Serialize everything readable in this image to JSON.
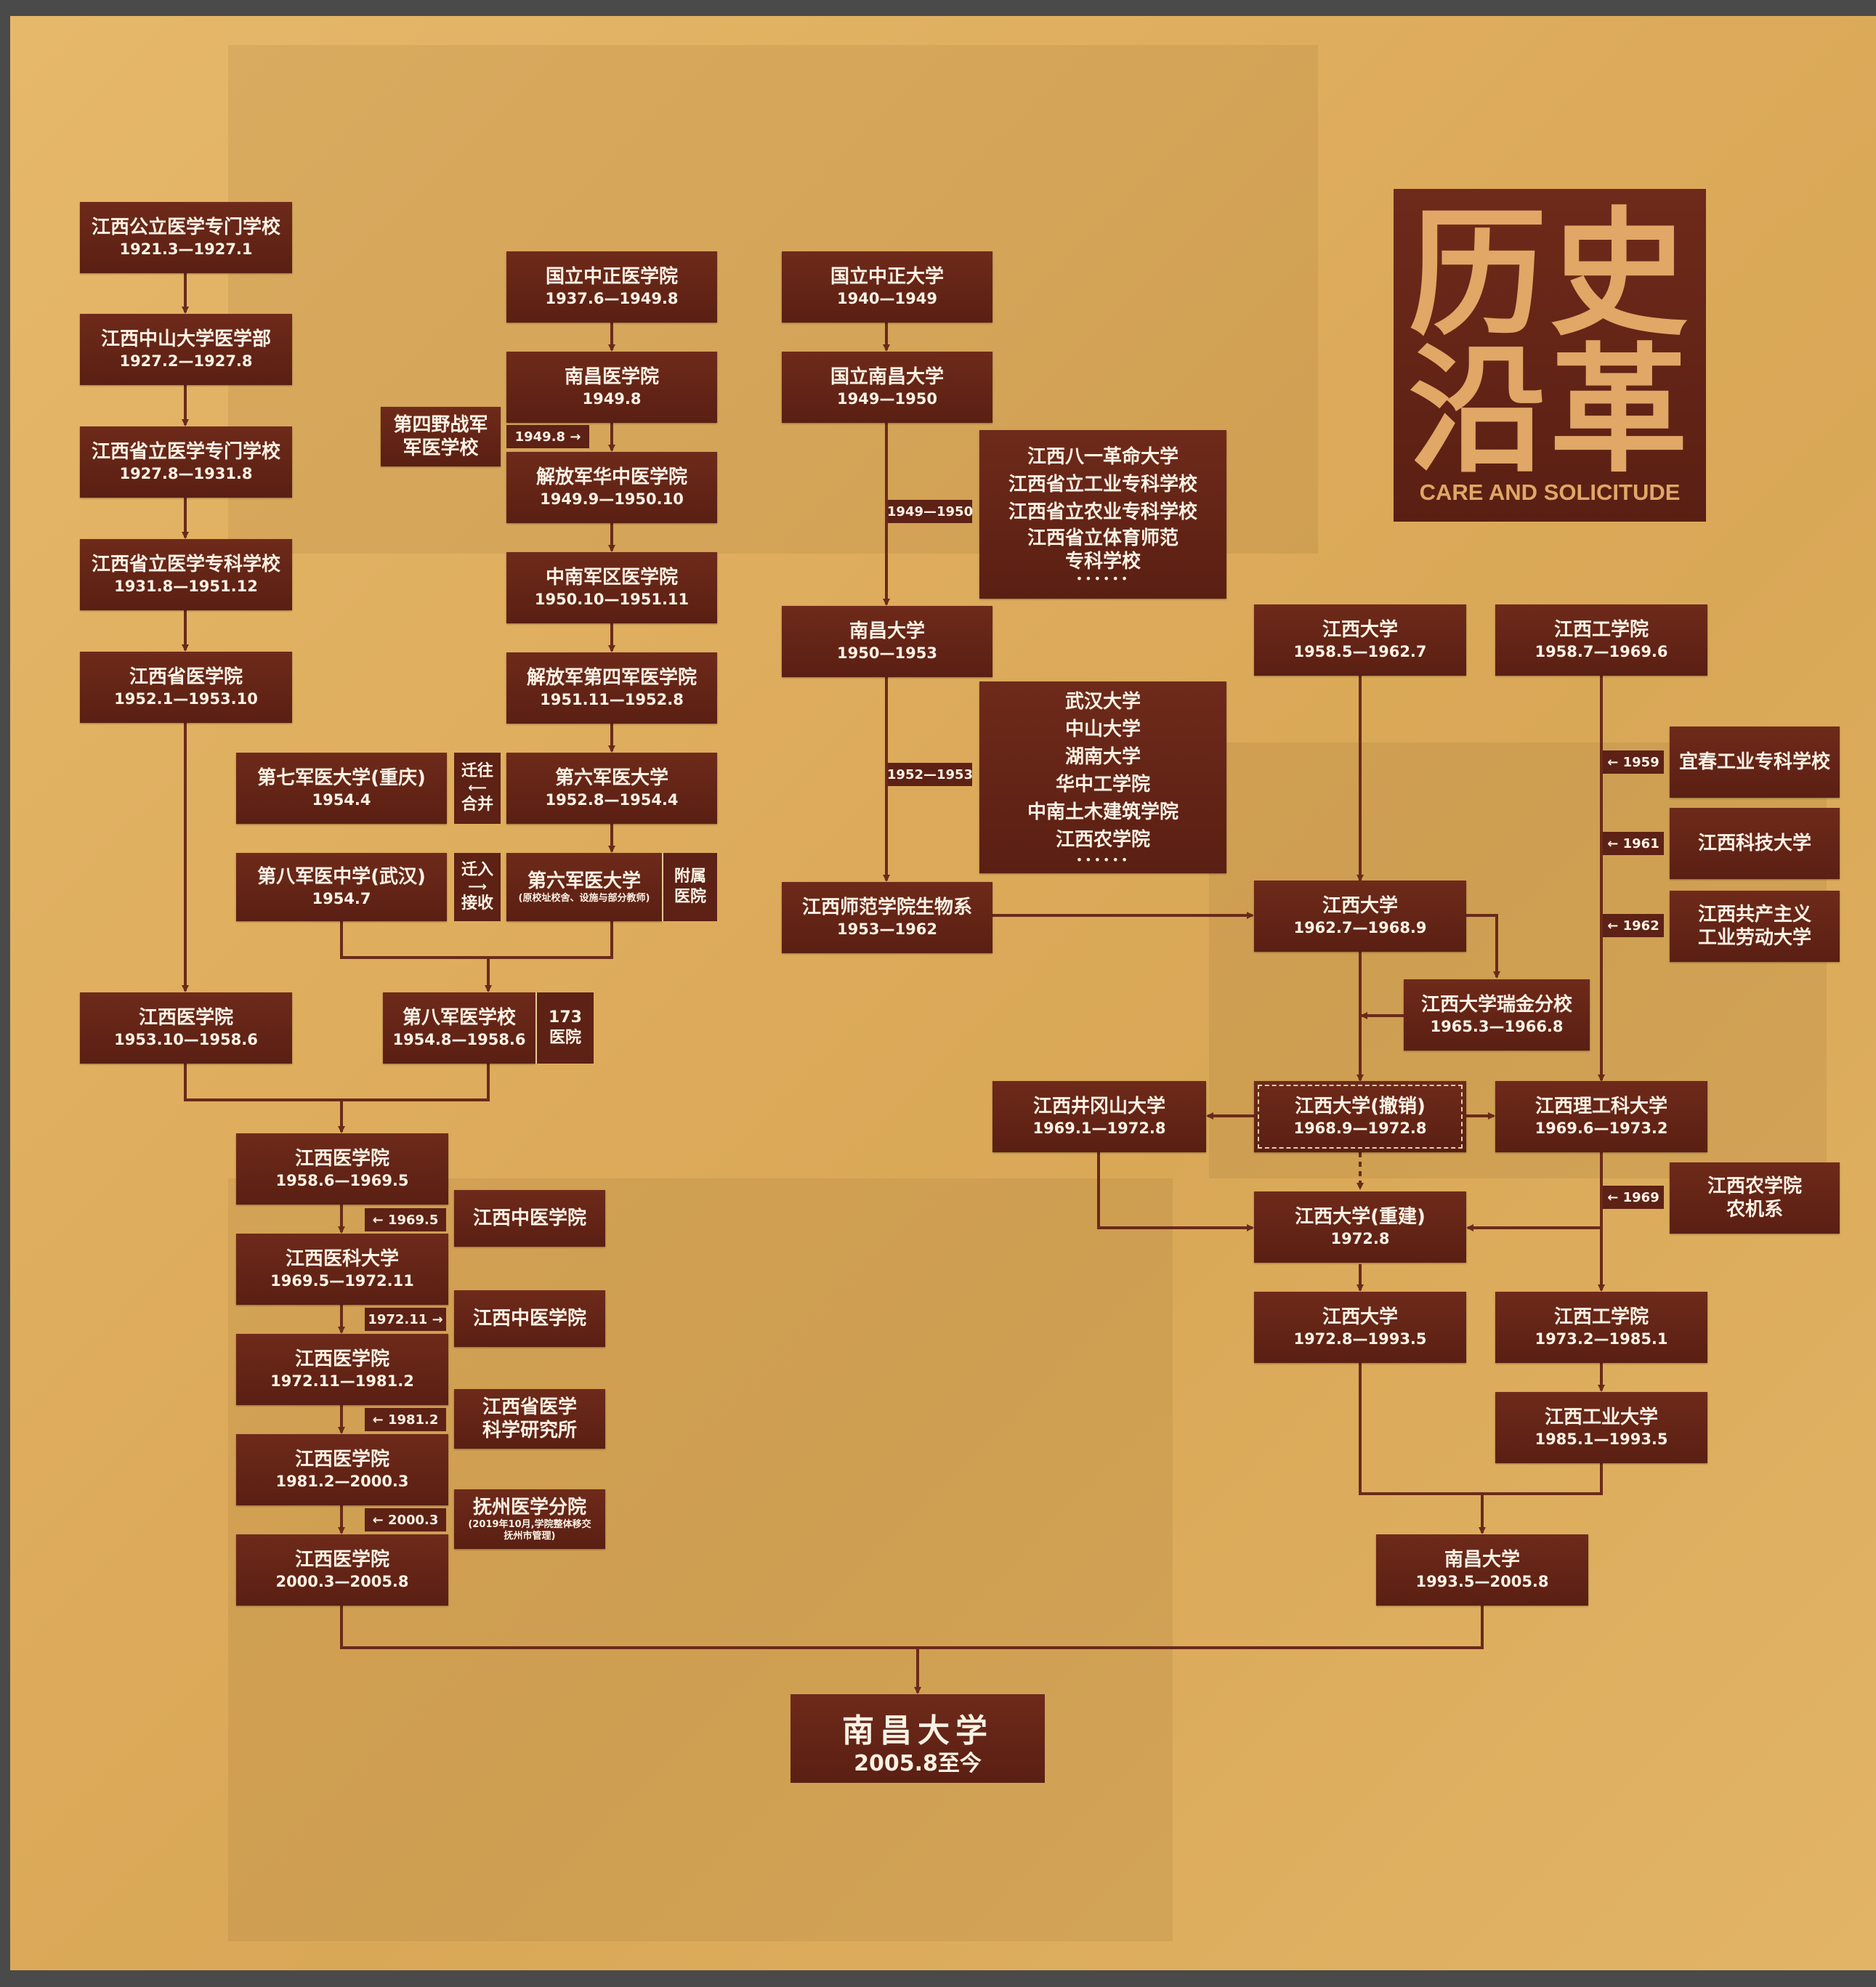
{
  "title": {
    "line1": "历史",
    "line2": "沿革",
    "subtitle": "CARE AND SOLICITUDE"
  },
  "col1": [
    {
      "name": "江西公立医学专门学校",
      "date": "1921.3—1927.1"
    },
    {
      "name": "江西中山大学医学部",
      "date": "1927.2—1927.8"
    },
    {
      "name": "江西省立医学专门学校",
      "date": "1927.8—1931.8"
    },
    {
      "name": "江西省立医学专科学校",
      "date": "1931.8—1951.12"
    },
    {
      "name": "江西省医学院",
      "date": "1952.1—1953.10"
    },
    {
      "name": "江西医学院",
      "date": "1953.10—1958.6"
    }
  ],
  "col2": [
    {
      "name": "国立中正医学院",
      "date": "1937.6—1949.8"
    },
    {
      "name": "南昌医学院",
      "date": "1949.8"
    },
    {
      "name": "解放军华中医学院",
      "date": "1949.9—1950.10"
    },
    {
      "name": "中南军区医学院",
      "date": "1950.10—1951.11"
    },
    {
      "name": "解放军第四军医学院",
      "date": "1951.11—1952.8"
    },
    {
      "name": "第六军医大学",
      "date": "1952.8—1954.4"
    },
    {
      "name": "第六军医大学",
      "note": "(原校址校舍、设施与部分教师)",
      "side1": "附属",
      "side2": "医院"
    },
    {
      "name": "第八军医学校",
      "date": "1954.8—1958.6",
      "side1": "173",
      "side2": "医院"
    }
  ],
  "side2": {
    "fourth_field": {
      "line1": "第四野战军",
      "line2": "军医学校",
      "tag": "1949.8 →"
    },
    "seventh": {
      "name": "第七军医大学(重庆)",
      "date": "1954.4",
      "rel1": "迁往",
      "rel2": "合并"
    },
    "eighth": {
      "name": "第八军医中学(武汉)",
      "date": "1954.7",
      "rel1": "迁入",
      "rel2": "接收"
    }
  },
  "col3": [
    {
      "name": "江西医学院",
      "date": "1958.6—1969.5"
    },
    {
      "name": "江西医科大学",
      "date": "1969.5—1972.11"
    },
    {
      "name": "江西医学院",
      "date": "1972.11—1981.2"
    },
    {
      "name": "江西医学院",
      "date": "1981.2—2000.3"
    },
    {
      "name": "江西医学院",
      "date": "2000.3—2005.8"
    }
  ],
  "med_side": [
    {
      "tag": "← 1969.5",
      "name": "江西中医学院"
    },
    {
      "tag": "1972.11 →",
      "name": "江西中医学院"
    },
    {
      "tag": "← 1981.2",
      "line1": "江西省医学",
      "line2": "科学研究所"
    },
    {
      "tag": "← 2000.3",
      "name": "抚州医学分院",
      "note1": "(2019年10月,学院整体移交",
      "note2": "抚州市管理)"
    }
  ],
  "col4": [
    {
      "name": "国立中正大学",
      "date": "1940—1949"
    },
    {
      "name": "国立南昌大学",
      "date": "1949—1950"
    },
    {
      "name": "南昌大学",
      "date": "1950—1953"
    },
    {
      "name": "江西师范学院生物系",
      "date": "1953—1962"
    }
  ],
  "col4_side": [
    {
      "tag": "1949—1950",
      "items": [
        "江西八一革命大学",
        "江西省立工业专科学校",
        "江西省立农业专科学校",
        "江西省立体育师范",
        "专科学校",
        "••••••"
      ]
    },
    {
      "tag": "1952—1953",
      "items": [
        "武汉大学",
        "中山大学",
        "湖南大学",
        "华中工学院",
        "中南土木建筑学院",
        "江西农学院",
        "••••••"
      ]
    }
  ],
  "col5": [
    {
      "name": "江西大学",
      "date": "1958.5—1962.7"
    },
    {
      "name": "江西大学",
      "date": "1962.7—1968.9"
    },
    {
      "name": "江西大学瑞金分校",
      "date": "1965.3—1966.8"
    },
    {
      "name": "江西大学(撤销)",
      "date": "1968.9—1972.8"
    },
    {
      "name": "江西井冈山大学",
      "date": "1969.1—1972.8"
    },
    {
      "name": "江西大学(重建)",
      "date": "1972.8"
    },
    {
      "name": "江西大学",
      "date": "1972.8—1993.5"
    },
    {
      "name": "南昌大学",
      "date": "1993.5—2005.8"
    }
  ],
  "col6": [
    {
      "name": "江西工学院",
      "date": "1958.7—1969.6"
    },
    {
      "name": "江西理工科大学",
      "date": "1969.6—1973.2"
    },
    {
      "name": "江西工学院",
      "date": "1973.2—1985.1"
    },
    {
      "name": "江西工业大学",
      "date": "1985.1—1993.5"
    }
  ],
  "col6_side": [
    {
      "tag": "← 1959",
      "name": "宜春工业专科学校"
    },
    {
      "tag": "← 1961",
      "name": "江西科技大学"
    },
    {
      "tag": "← 1962",
      "line1": "江西共产主义",
      "line2": "工业劳动大学"
    },
    {
      "tag": "← 1969",
      "line1": "江西农学院",
      "line2": "农机系"
    }
  ],
  "final": {
    "name": "南昌大学",
    "date": "2005.8至今"
  },
  "colors": {
    "node_bg": "#5a1f13",
    "node_text": "#fbf2e4",
    "accent_text": "#e0a766",
    "background": "#dcaa5a",
    "line": "#6a2a1a"
  }
}
